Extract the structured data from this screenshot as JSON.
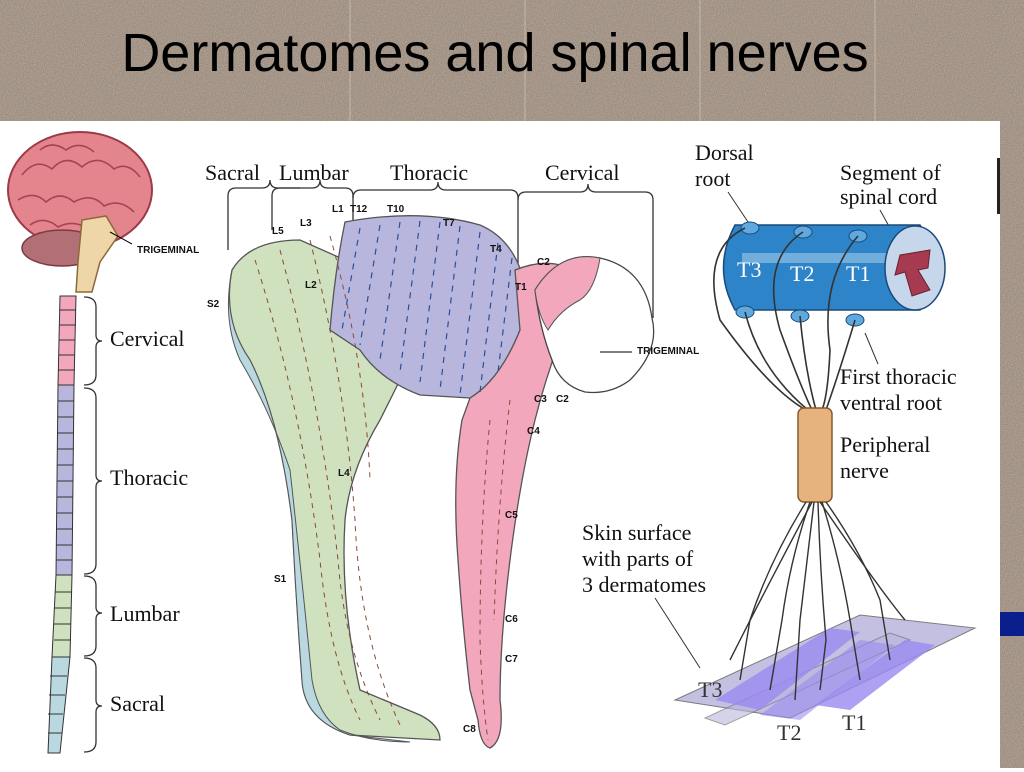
{
  "slide": {
    "title": "Dermatomes and spinal nerves"
  },
  "spine": {
    "trigeminal_label": "TRIGEMINAL",
    "sections": [
      "Cervical",
      "Thoracic",
      "Lumbar",
      "Sacral"
    ]
  },
  "body": {
    "region_headers": [
      "Sacral",
      "Lumbar",
      "Thoracic",
      "Cervical"
    ],
    "trigeminal_label": "TRIGEMINAL",
    "levels": [
      "L1",
      "T12",
      "T10",
      "T7",
      "L3",
      "L5",
      "T4",
      "C2",
      "T1",
      "S2",
      "L2",
      "C3",
      "C2",
      "C4",
      "L4",
      "C5",
      "S1",
      "C6",
      "C7",
      "C8"
    ]
  },
  "nerve": {
    "dorsal_root": [
      "Dorsal",
      "root"
    ],
    "segment": [
      "Segment of",
      "spinal cord"
    ],
    "segment_levels": [
      "T3",
      "T2",
      "T1"
    ],
    "first_thoracic": [
      "First thoracic",
      "ventral root"
    ],
    "peripheral": [
      "Peripheral",
      "nerve"
    ],
    "skin": [
      "Skin surface",
      "with parts of",
      "3 dermatomes"
    ],
    "dermatome_labels": [
      "T3",
      "T2",
      "T1"
    ]
  },
  "colors": {
    "cervical": "#f2a7bd",
    "thoracic": "#b9b6dd",
    "lumbar": "#cfe1bf",
    "sacral": "#b9d8df",
    "brain": "#e4858e",
    "cord_blue": "#2d84c9",
    "nerve_tube": "#e6b27d"
  }
}
